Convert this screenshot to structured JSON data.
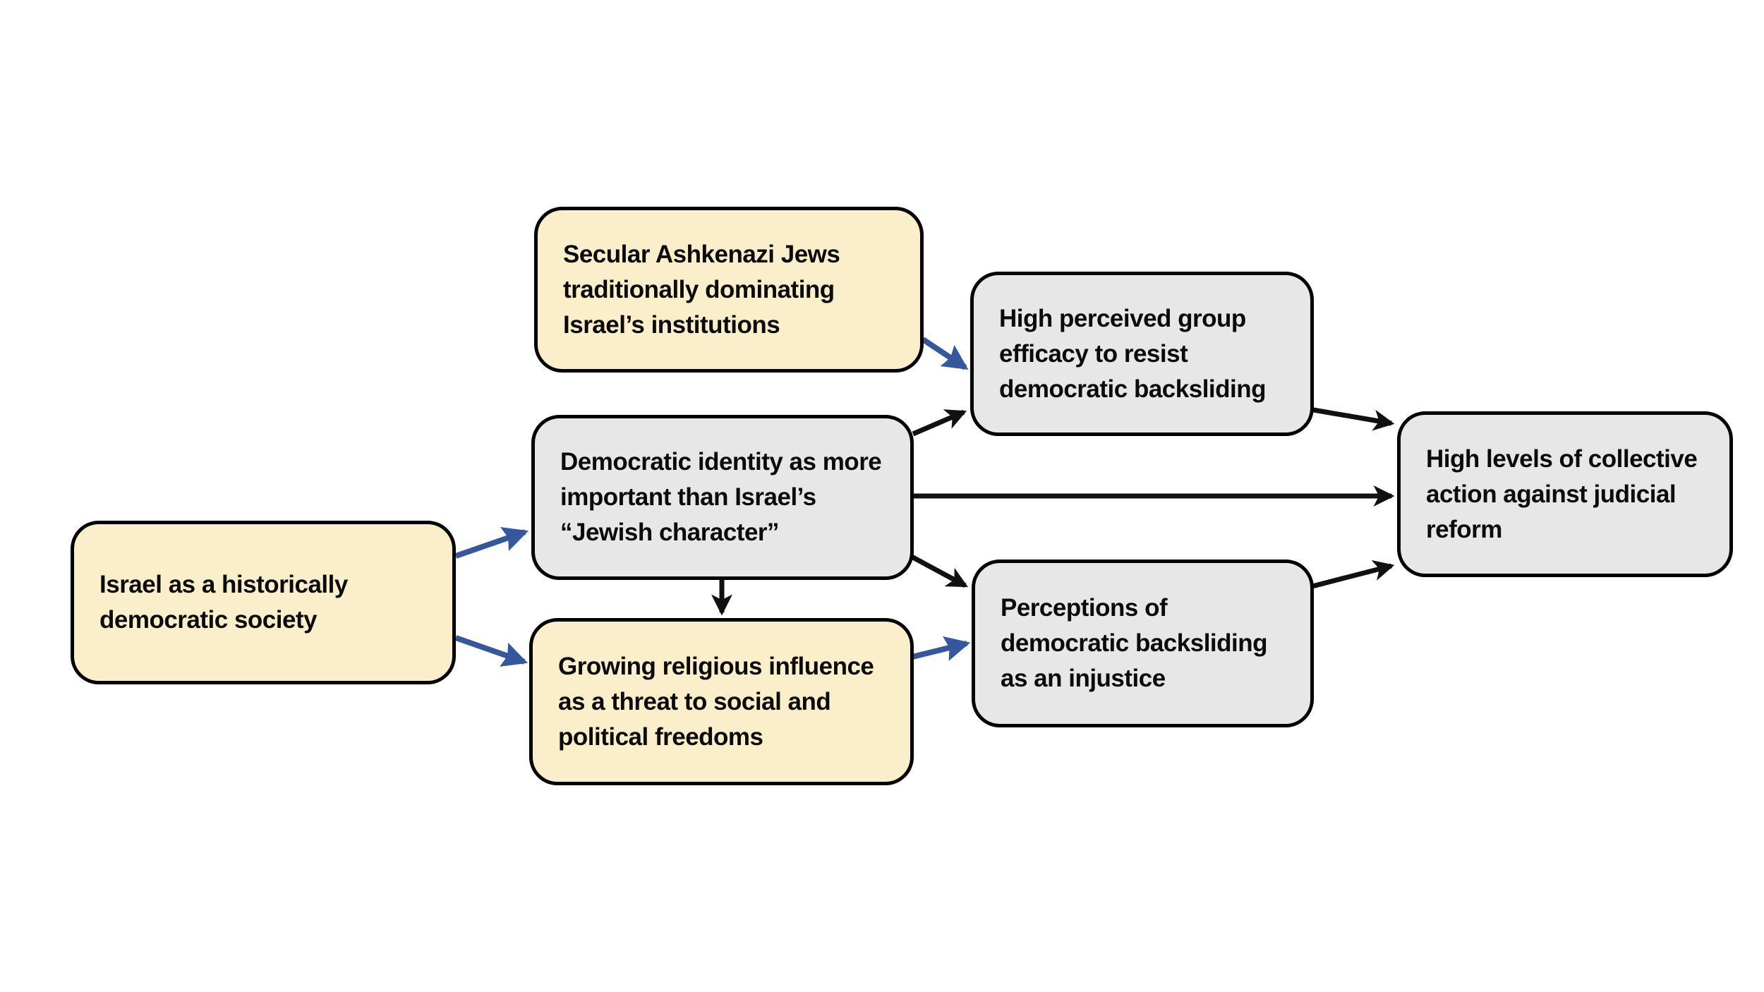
{
  "diagram": {
    "background": "#FFFFFF",
    "colors": {
      "antecedent_box_fill": "#FBEFCB",
      "process_box_fill": "#E8E7E7",
      "box_border": "#000000",
      "arrow_black": "#111111",
      "arrow_blue": "#35579E"
    },
    "nodes": {
      "israel": {
        "style": "yellow",
        "text": "Israel as a historically\ndemocratic society"
      },
      "secular": {
        "style": "yellow",
        "text": "Secular Ashkenazi Jews\ntraditionally dominating\nIsrael’s institutions"
      },
      "democratic": {
        "style": "gray",
        "text": "Democratic identity as more\nimportant than Israel’s\n“Jewish character”"
      },
      "growing": {
        "style": "yellow",
        "text": "Growing religious influence\nas a threat to social and\npolitical freedoms"
      },
      "efficacy": {
        "style": "gray",
        "text": "High perceived group\nefficacy to resist\ndemocratic backsliding"
      },
      "perceptions": {
        "style": "gray",
        "text": "Perceptions of\ndemocratic backsliding\nas an injustice"
      },
      "collective": {
        "style": "gray",
        "text": "High levels of collective\naction against judicial\nreform"
      }
    },
    "edges": [
      {
        "from": "israel",
        "to": "democratic",
        "color": "blue"
      },
      {
        "from": "israel",
        "to": "growing",
        "color": "blue"
      },
      {
        "from": "secular",
        "to": "efficacy",
        "color": "blue"
      },
      {
        "from": "growing",
        "to": "perceptions",
        "color": "blue"
      },
      {
        "from": "democratic",
        "to": "efficacy",
        "color": "black"
      },
      {
        "from": "democratic",
        "to": "collective",
        "color": "black"
      },
      {
        "from": "democratic",
        "to": "perceptions",
        "color": "black"
      },
      {
        "from": "democratic",
        "to": "growing",
        "color": "black"
      },
      {
        "from": "efficacy",
        "to": "collective",
        "color": "black"
      },
      {
        "from": "perceptions",
        "to": "collective",
        "color": "black"
      }
    ]
  }
}
